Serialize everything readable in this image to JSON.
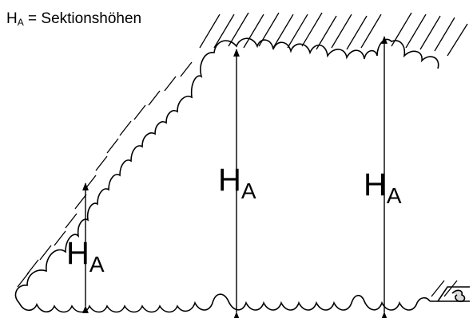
{
  "legend": {
    "symbol_main": "H",
    "symbol_sub": "A",
    "text": "= Sektionshöhen"
  },
  "labels": [
    {
      "main": "H",
      "sub": "A"
    },
    {
      "main": "H",
      "sub": "A"
    },
    {
      "main": "H",
      "sub": "A"
    }
  ],
  "colors": {
    "ink": "#000000",
    "background": "#ffffff"
  }
}
